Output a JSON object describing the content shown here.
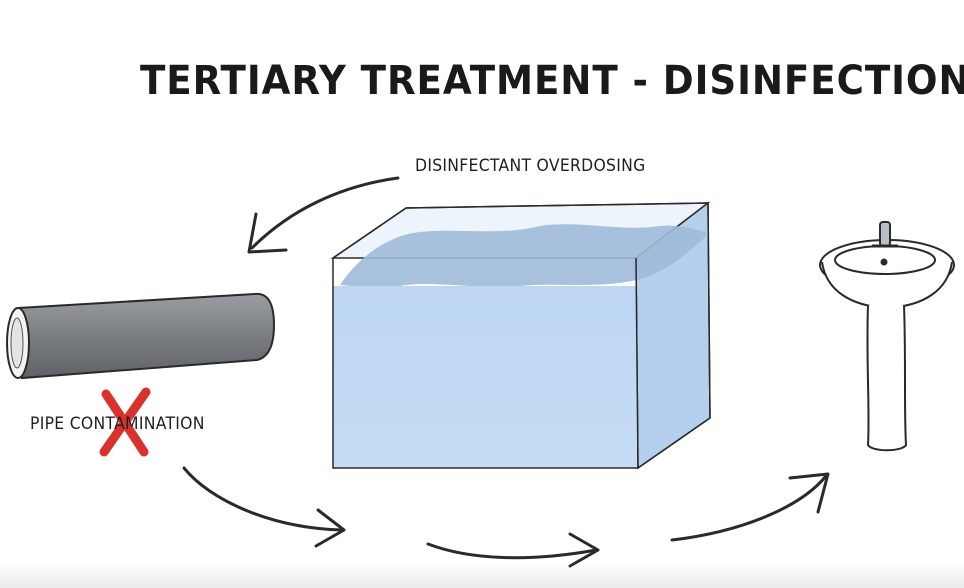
{
  "title": "TERTIARY TREATMENT - DISINFECTION",
  "labels": {
    "overdosing": "DISINFECTANT OVERDOSING",
    "pipe_contamination": "PIPE CONTAMINATION"
  },
  "icons": {
    "pipe": "pipe-icon",
    "tank": "water-tank-icon",
    "sink": "sink-icon",
    "cross": "red-x-icon",
    "arrows": "curved-arrow-icon"
  },
  "colors": {
    "water": "#bcd7f3",
    "water_surface": "#9fbad8",
    "pipe": "#7c7f83",
    "cross": "#d9322b",
    "ink": "#1f1f1f"
  }
}
